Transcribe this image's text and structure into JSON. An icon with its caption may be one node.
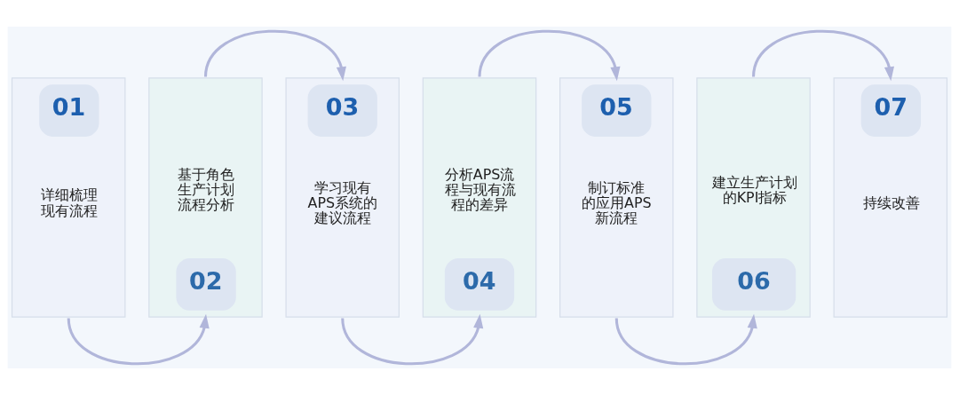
{
  "diagram": {
    "nodes": [
      {
        "text": [
          "01",
          "详细梳理现有流程"
        ]
      },
      {
        "text": [
          "基于角色生产计划流程分析",
          "02"
        ]
      },
      {
        "text": [
          "03",
          "学习现有APS系统的建议流程"
        ]
      },
      {
        "text": [
          "分析APS流程与现有流程的差异",
          "04"
        ]
      },
      {
        "text": [
          "05",
          "制订标准的应用APS新流程"
        ]
      },
      {
        "text": [
          "建立生产计划的KPI指标",
          "06"
        ]
      },
      {
        "text": [
          "07",
          "持续改善"
        ]
      }
    ],
    "edges": [
      {
        "from": 0,
        "to": 1,
        "arrow": "to"
      },
      {
        "from": 1,
        "to": 2,
        "arrow": "to"
      },
      {
        "from": 2,
        "to": 3,
        "arrow": "to"
      },
      {
        "from": 3,
        "to": 4,
        "arrow": "to"
      },
      {
        "from": 4,
        "to": 5,
        "arrow": "to"
      },
      {
        "from": 5,
        "to": 6,
        "arrow": "to"
      }
    ]
  }
}
